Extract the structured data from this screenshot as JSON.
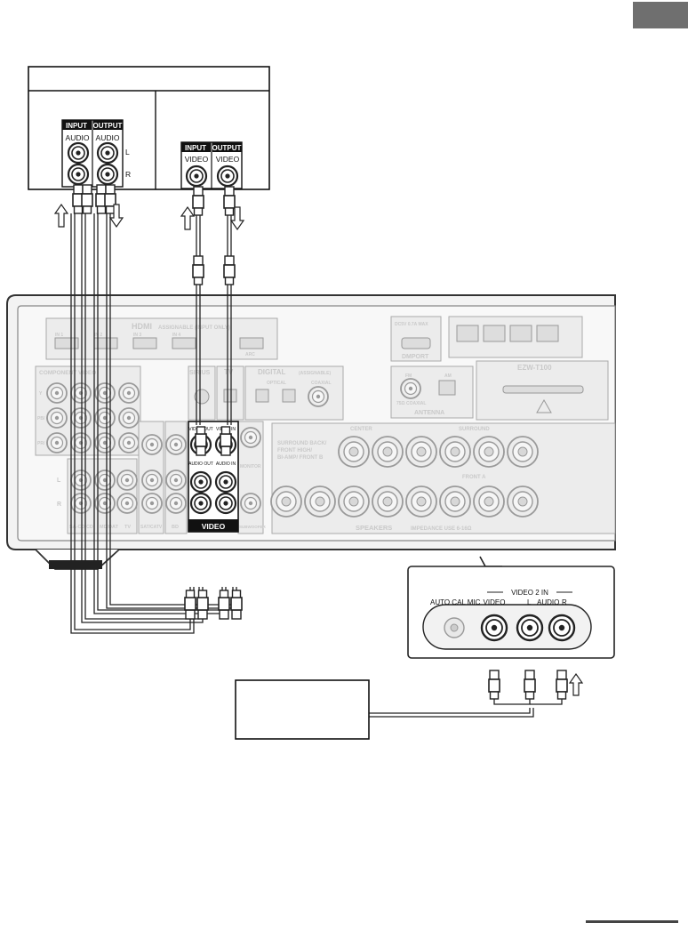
{
  "tab": {
    "color": "#6f6f6f"
  },
  "devices": {
    "audio_recorder": {
      "input_label": "INPUT",
      "output_label": "OUTPUT",
      "input_audio": "AUDIO",
      "output_audio": "AUDIO",
      "ch_l": "L",
      "ch_r": "R"
    },
    "video_recorder": {
      "input_label": "INPUT",
      "output_label": "OUTPUT",
      "input_video": "VIDEO",
      "output_video": "VIDEO"
    }
  },
  "receiver": {
    "hdmi": "HDMI",
    "hdmi_note": "ASSIGNABLE (INPUT ONLY)",
    "component": "COMPONENT VIDEO",
    "component_note": "ASSIGNABLE (INPUT ONLY)",
    "sirius": "SIRIUS",
    "tv": "TV",
    "digital": "DIGITAL",
    "digital_note": "(ASSIGNABLE)",
    "optical": "OPTICAL",
    "coaxial": "COAXIAL",
    "dmport": "DMPORT",
    "dmport_note": "DMPORT",
    "dc": "DC5V 0.7A MAX",
    "ezw": "EZW-T100",
    "antenna": "ANTENNA",
    "fm": "FM",
    "am": "AM",
    "fm75": "75Ω COAXIAL",
    "center": "CENTER",
    "surround": "SURROUND",
    "surround_back": "SURROUND BACK/",
    "front_high": "FRONT HIGH/",
    "bi_amp": "BI-AMP/ FRONT B",
    "front_a": "FRONT A",
    "speakers": "SPEAKERS",
    "impedance": "IMPEDANCE USE 6-16Ω",
    "monitor": "MONITOR",
    "subwoofer": "SUBWOOFER",
    "video_block": "VIDEO",
    "video_out": "VIDEO OUT",
    "video_in": "VIDEO IN",
    "audio_out": "AUDIO OUT",
    "audio_in": "AUDIO IN",
    "sat_catv": "SA-CD/CD",
    "md_dat": "MD/DAT",
    "tv_small": "TV",
    "sat": "SAT/CATV",
    "bd": "BD",
    "in1": "IN 1",
    "in2": "IN 2",
    "in3": "IN 3",
    "in4": "IN 4",
    "arc": "ARC",
    "y": "Y",
    "pb": "PB/ CB",
    "pr": "PR/ CR",
    "l": "L",
    "r": "R"
  },
  "front_panel": {
    "auto_cal": "AUTO CAL MIC",
    "video2_in": "VIDEO 2 IN",
    "video": "VIDEO",
    "l": "L",
    "audio": "AUDIO",
    "r": "R"
  }
}
